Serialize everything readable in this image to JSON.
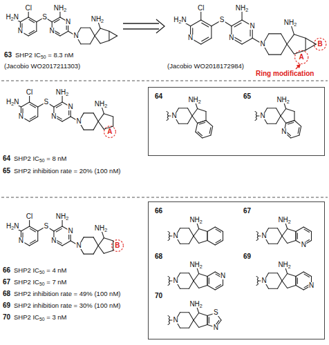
{
  "diagram": {
    "nodes": [
      {
        "text": [
          "64",
          "N",
          "NH2",
          "65",
          "N",
          "NH2",
          "N"
        ]
      },
      {
        "text": [
          "66",
          "N",
          "NH2",
          "67",
          "N",
          "NH2",
          "N",
          "68",
          "N",
          "NH2",
          "N",
          "69",
          "N",
          "NH2",
          "N",
          "70",
          "N",
          "NH2",
          "S",
          "N"
        ]
      }
    ],
    "labels": [
      "H2N",
      "Cl",
      "N",
      "S",
      "NH2",
      "N",
      "N",
      "N",
      "NH2",
      "63",
      "SHP2 IC50 = 8.3 nM",
      "(Jacobio WO2017211303)",
      "H2N",
      "Cl",
      "N",
      "S",
      "NH2",
      "N",
      "N",
      "N",
      "NH2",
      "(Jacobio WO2018172984)",
      "Ring modification",
      "A",
      "B",
      "H2N",
      "Cl",
      "N",
      "S",
      "NH2",
      "N",
      "N",
      "N",
      "NH2",
      "A",
      "64",
      "SHP2 IC50 = 8 nM",
      "65",
      "SHP2 inhibition rate = 20% (100 nM)",
      "H2N",
      "Cl",
      "N",
      "S",
      "NH2",
      "N",
      "N",
      "N",
      "NH2",
      "B",
      "66",
      "SHP2 IC50 = 4 nM",
      "67",
      "SHP2 IC50 = 7 nM",
      "68",
      "SHP2 inhibition rate = 49% (100 nM)",
      "69",
      "SHP2 inhibition rate = 30% (100 nM)",
      "70",
      "SHP2 IC50 = 3 nM"
    ]
  }
}
